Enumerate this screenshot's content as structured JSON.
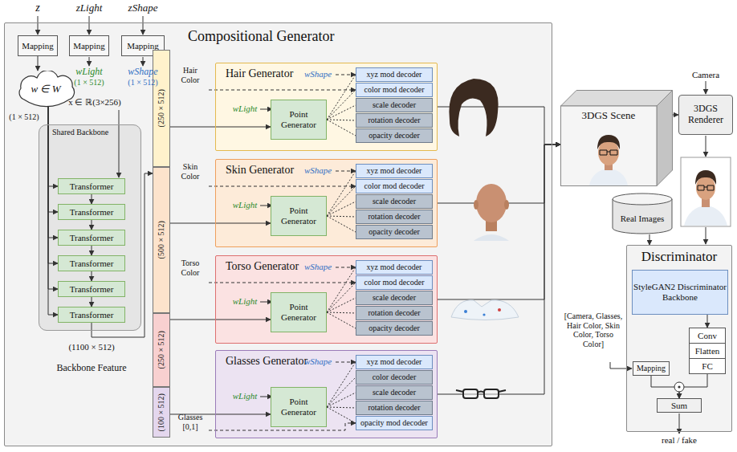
{
  "diagram": {
    "nodes": [
      {
        "text": [
          "Compositional Generator"
        ]
      },
      {
        "text": [
          "Mapping"
        ],
        "in": 0
      },
      {
        "text": [
          "Mapping"
        ],
        "in": 0
      },
      {
        "text": [
          "Mapping"
        ],
        "in": 0
      },
      {
        "text": [
          "w ∈ W"
        ],
        "in": 0
      },
      {
        "text": [
          "Shared Backbone"
        ],
        "in": 0
      },
      {
        "text": [
          "Transformer"
        ],
        "in": 5
      },
      {
        "text": [
          "Transformer"
        ],
        "in": 5
      },
      {
        "text": [
          "Transformer"
        ],
        "in": 5
      },
      {
        "text": [
          "Transformer"
        ],
        "in": 5
      },
      {
        "text": [
          "Transformer"
        ],
        "in": 5
      },
      {
        "text": [
          "Transformer"
        ],
        "in": 5
      },
      {
        "text": [
          "(250 × 512)"
        ],
        "in": 0
      },
      {
        "text": [
          "(500 × 512)"
        ],
        "in": 0
      },
      {
        "text": [
          "(250 × 512)"
        ],
        "in": 0
      },
      {
        "text": [
          "(100 × 512)"
        ],
        "in": 0
      },
      {
        "text": [
          "Hair Generator"
        ],
        "in": 0
      },
      {
        "text": [
          "Point Generator"
        ],
        "in": 16
      },
      {
        "text": [
          "xyz mod decoder"
        ],
        "in": 16
      },
      {
        "text": [
          "color mod decoder"
        ],
        "in": 16
      },
      {
        "text": [
          "scale decoder"
        ],
        "in": 16
      },
      {
        "text": [
          "rotation decoder"
        ],
        "in": 16
      },
      {
        "text": [
          "opacity decoder"
        ],
        "in": 16
      },
      {
        "text": [
          "Skin Generator"
        ],
        "in": 0
      },
      {
        "text": [
          "Point Generator"
        ],
        "in": 23
      },
      {
        "text": [
          "xyz mod decoder"
        ],
        "in": 23
      },
      {
        "text": [
          "color mod decoder"
        ],
        "in": 23
      },
      {
        "text": [
          "scale decoder"
        ],
        "in": 23
      },
      {
        "text": [
          "rotation decoder"
        ],
        "in": 23
      },
      {
        "text": [
          "opacity decoder"
        ],
        "in": 23
      },
      {
        "text": [
          "Torso Generator"
        ],
        "in": 0
      },
      {
        "text": [
          "Point Generator"
        ],
        "in": 30
      },
      {
        "text": [
          "xyz mod decoder"
        ],
        "in": 30
      },
      {
        "text": [
          "color mod decoder"
        ],
        "in": 30
      },
      {
        "text": [
          "scale decoder"
        ],
        "in": 30
      },
      {
        "text": [
          "rotation decoder"
        ],
        "in": 30
      },
      {
        "text": [
          "opacity decoder"
        ],
        "in": 30
      },
      {
        "text": [
          "Glasses Generator"
        ],
        "in": 0
      },
      {
        "text": [
          "Point Generator"
        ],
        "in": 37
      },
      {
        "text": [
          "xyz mod decoder"
        ],
        "in": 37
      },
      {
        "text": [
          "color decoder"
        ],
        "in": 37
      },
      {
        "text": [
          "scale decoder"
        ],
        "in": 37
      },
      {
        "text": [
          "rotation decoder"
        ],
        "in": 37
      },
      {
        "text": [
          "opacity mod decoder"
        ],
        "in": 37
      },
      {
        "text": [
          "3DGS Scene"
        ]
      },
      {
        "text": [
          "3DGS Renderer"
        ]
      },
      {
        "text": [
          "Real Images"
        ]
      },
      {
        "text": [
          "Discriminator"
        ]
      },
      {
        "text": [
          "StyleGAN2 Discriminator Backbone"
        ],
        "in": 47
      },
      {
        "text": [
          "Conv"
        ],
        "in": 47
      },
      {
        "text": [
          "Flatten"
        ],
        "in": 47
      },
      {
        "text": [
          "FC"
        ],
        "in": 47
      },
      {
        "text": [
          "Mapping"
        ],
        "in": 47
      },
      {
        "text": [
          "Sum"
        ],
        "in": 47
      }
    ],
    "edges": [
      {
        "from": 1,
        "to": 4,
        "arrow": "to"
      },
      {
        "from": 4,
        "to": 6,
        "arrow": "to"
      },
      {
        "from": 4,
        "to": 7,
        "arrow": "to"
      },
      {
        "from": 4,
        "to": 8,
        "arrow": "to"
      },
      {
        "from": 4,
        "to": 9,
        "arrow": "to"
      },
      {
        "from": 4,
        "to": 10,
        "arrow": "to"
      },
      {
        "from": 4,
        "to": 11,
        "arrow": "to"
      },
      {
        "from": 6,
        "to": 7,
        "arrow": "to"
      },
      {
        "from": 7,
        "to": 8,
        "arrow": "to"
      },
      {
        "from": 8,
        "to": 9,
        "arrow": "to"
      },
      {
        "from": 9,
        "to": 10,
        "arrow": "to"
      },
      {
        "from": 10,
        "to": 11,
        "arrow": "to"
      },
      {
        "from": 11,
        "to": 13,
        "arrow": "to"
      },
      {
        "from": 12,
        "to": 17,
        "arrow": "to"
      },
      {
        "from": 13,
        "to": 24,
        "arrow": "to"
      },
      {
        "from": 14,
        "to": 31,
        "arrow": "to"
      },
      {
        "from": 15,
        "to": 38,
        "arrow": "to"
      },
      {
        "from": 17,
        "to": 18,
        "arrow": "none"
      },
      {
        "from": 17,
        "to": 19,
        "arrow": "none"
      },
      {
        "from": 17,
        "to": 20,
        "arrow": "none"
      },
      {
        "from": 17,
        "to": 21,
        "arrow": "none"
      },
      {
        "from": 17,
        "to": 22,
        "arrow": "none"
      },
      {
        "from": 24,
        "to": 25,
        "arrow": "none"
      },
      {
        "from": 24,
        "to": 26,
        "arrow": "none"
      },
      {
        "from": 24,
        "to": 27,
        "arrow": "none"
      },
      {
        "from": 24,
        "to": 28,
        "arrow": "none"
      },
      {
        "from": 24,
        "to": 29,
        "arrow": "none"
      },
      {
        "from": 31,
        "to": 32,
        "arrow": "none"
      },
      {
        "from": 31,
        "to": 33,
        "arrow": "none"
      },
      {
        "from": 31,
        "to": 34,
        "arrow": "none"
      },
      {
        "from": 31,
        "to": 35,
        "arrow": "none"
      },
      {
        "from": 31,
        "to": 36,
        "arrow": "none"
      },
      {
        "from": 38,
        "to": 39,
        "arrow": "none"
      },
      {
        "from": 38,
        "to": 40,
        "arrow": "none"
      },
      {
        "from": 38,
        "to": 41,
        "arrow": "none"
      },
      {
        "from": 38,
        "to": 42,
        "arrow": "none"
      },
      {
        "from": 38,
        "to": 43,
        "arrow": "none"
      },
      {
        "from": 16,
        "to": 44,
        "arrow": "to"
      },
      {
        "from": 23,
        "to": 44,
        "arrow": "to"
      },
      {
        "from": 30,
        "to": 44,
        "arrow": "to"
      },
      {
        "from": 37,
        "to": 44,
        "arrow": "to"
      },
      {
        "from": 44,
        "to": 45,
        "arrow": "to"
      },
      {
        "from": 46,
        "to": 47,
        "arrow": "to"
      },
      {
        "from": 48,
        "to": 49,
        "arrow": "to"
      },
      {
        "from": 52,
        "to": 53,
        "arrow": "to"
      },
      {
        "from": 51,
        "to": 53,
        "arrow": "to"
      }
    ],
    "labels": [
      "z",
      "zLight",
      "zShape",
      "wLight",
      "(1 × 512)",
      "wShape",
      "(1 × 512)",
      "(1 × 512)",
      "x ∈ ℝ(3×256)",
      "(1100 × 512)",
      "Backbone Feature",
      "Hair Color",
      "wShape",
      "wLight",
      "Skin Color",
      "wShape",
      "wLight",
      "Torso Color",
      "wShape",
      "wLight",
      "Glasses [0,1]",
      "wShape",
      "wLight",
      "Camera",
      "[Camera, Glasses, Hair Color, Skin Color, Torso Color]",
      "real / fake"
    ]
  }
}
